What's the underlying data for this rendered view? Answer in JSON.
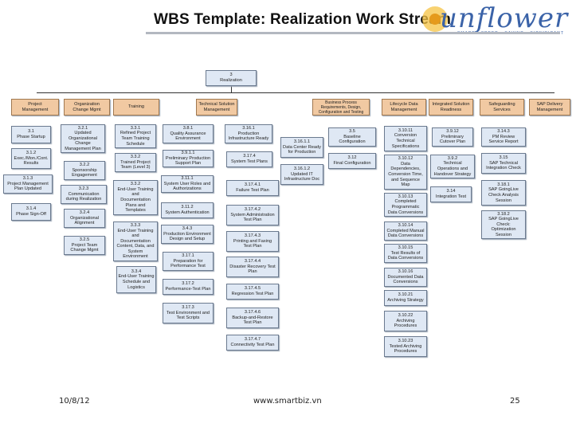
{
  "title": "WBS Template:  Realization Work Stream",
  "logo": {
    "text": "unflower",
    "tagline": "SMART • SPEED • SAVING • SIGNIFICANT"
  },
  "root": "3\nRealization",
  "headers": {
    "h1": "Project\nManagement",
    "h2": "Organization\nChange Mgmt",
    "h3": "Training",
    "h4": "Technical Solution\nManagement",
    "h5": "Business Process\nRequirements, Design,\nConfiguration and Testing",
    "h6": "Lifecycle Data\nManagement",
    "h7": "Integrated Solution\nReadiness",
    "h8": "Safeguarding\nServices",
    "h9": "SAP Delivery\nManagement"
  },
  "nodes": {
    "a1": "3.1\nPhase Startup",
    "a2": "3.1.2\nExec./Mon./Cont.\nResults",
    "a3": "3.1.3\nProject Management\nPlan Updated",
    "a4": "3.1.4\nPhase Sign-Off",
    "b1": "3.2.1\nUpdated\nOrganizational\nChange\nManagement Plan",
    "b2": "3.2.2\nSponsorship\nEngagement",
    "b3": "3.2.3\nCommunication\nduring Realization",
    "b4": "3.2.4\nOrganizational\nAlignment",
    "b5": "3.2.5\nProject Team\nChange Mgmt",
    "c1": "3.3.1\nRefined Project\nTeam Training\nSchedule",
    "c2": "3.3.2\nTrained Project\nTeam (Level 3)",
    "c3": "3.3.2\nEnd-User Training\nand\nDocumentation\nPlans and\nTemplates",
    "c4": "3.3.3\nEnd-User Training\nand\nDocumentation\nContent, Data, and\nSystem\nEnvironment",
    "c5": "3.3.4\nEnd-User Training\nSchedule and\nLogistics",
    "d1": "3.8.1\nQuality Assurance\nEnvironment",
    "d2": "3.9.1.1\nPreliminary Production\nSupport Plan",
    "d3": "3.11.1\nSystem User Roles and\nAuthorizations",
    "d4": "3.11.2\nSystem Authentication",
    "d5": "3.4.3\nProduction Environment\nDesign and Setup",
    "d6": "3.17.1\nPreparation for\nPerformance Test",
    "d7": "3.17.2\nPerformance-Test Plan",
    "d8": "3.17.3\nTest Environment and\nTest Scripts",
    "e1": "3.16.1\nProduction\nInfrastructure Ready",
    "e2": "3.17.4\nSystem Test Plans",
    "e3": "3.17.4.1\nFailure Test Plan",
    "e4": "3.17.4.2\nSystem Administration\nTest Plan",
    "e5": "3.17.4.3\nPrinting and Faxing\nTest Plan",
    "e6": "3.17.4.4\nDisaster Recovery Test\nPlan",
    "e7": "3.17.4.5\nRegression Test Plan",
    "e8": "3.17.4.6\nBackup-and-Restore\nTest Plan",
    "e9": "3.17.4.7\nConnectivity Test Plan",
    "f1": "3.16.1.1\nData Center Ready\nfor Production",
    "f2": "3.16.1.2\nUpdated IT\nInfrastructure Doc",
    "g1": "3.5\nBaseline\nConfiguration",
    "g2": "3.12\nFinal Configuration",
    "h1n": "3.10.11\nConversion\nTechnical\nSpecifications",
    "h2n": "3.10.12\nData\nDependencies,\nConversion Time,\nand Sequence\nMap",
    "h3n": "3.10.13\nCompleted\nProgrammatic\nData Conversions",
    "h4n": "3.10.14\nCompleted Manual\nData Conversions",
    "h5n": "3.10.15\nTest Results of\nData Conversions",
    "h6n": "3.10.16\nDocumented Data\nConversions",
    "h7n": "3.10.21\nArchiving Strategy",
    "h8n": "3.10.22\nArchiving\nProcedures",
    "h9n": "3.10.23\nTested Archiving\nProcedures",
    "i1": "3.9.12\nPreliminary\nCutover Plan",
    "i2": "3.9.2\nTechnical\nOperations and\nHandover Strategy",
    "i3": "3.14\nIntegration Test",
    "j1": "3.14.3\nPM Review\nService Report",
    "j2": "3.15\nSAP Technical\nIntegration Check",
    "j3": "3.18.1\nSAP GoingLive\nCheck Analysis\nSession",
    "j4": "3.18.2\nSAP GoingLive\nCheck:\nOptimization\nSession"
  },
  "footer": {
    "date": "10/8/12",
    "site": "www.smartbiz.vn",
    "page": "25"
  }
}
